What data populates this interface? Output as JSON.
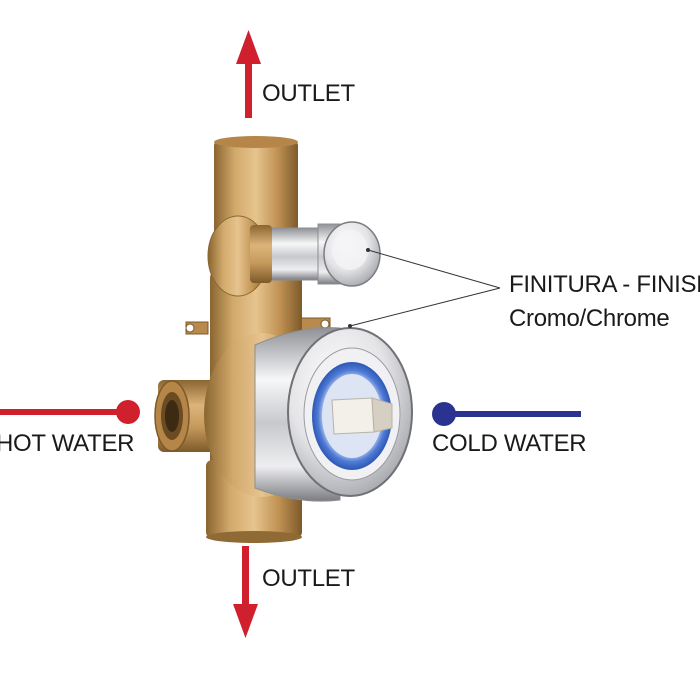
{
  "labels": {
    "outlet_top": "OUTLET",
    "outlet_bottom": "OUTLET",
    "hot_water": "HOT WATER",
    "cold_water": "COLD WATER",
    "finish_title": "FINITURA - FINISH",
    "finish_value": "Cromo/Chrome"
  },
  "colors": {
    "hot": "#d0202e",
    "cold": "#2b3390",
    "outlet_arrow": "#d0202e",
    "brass": "#c9a064",
    "chrome": "#dcdde0",
    "cartridge_blue": "#3f6fd0"
  },
  "icons": {
    "outlet_top": "arrow-up-icon",
    "outlet_bottom": "arrow-down-icon",
    "hot_marker": "dot-icon",
    "cold_marker": "dot-icon"
  }
}
